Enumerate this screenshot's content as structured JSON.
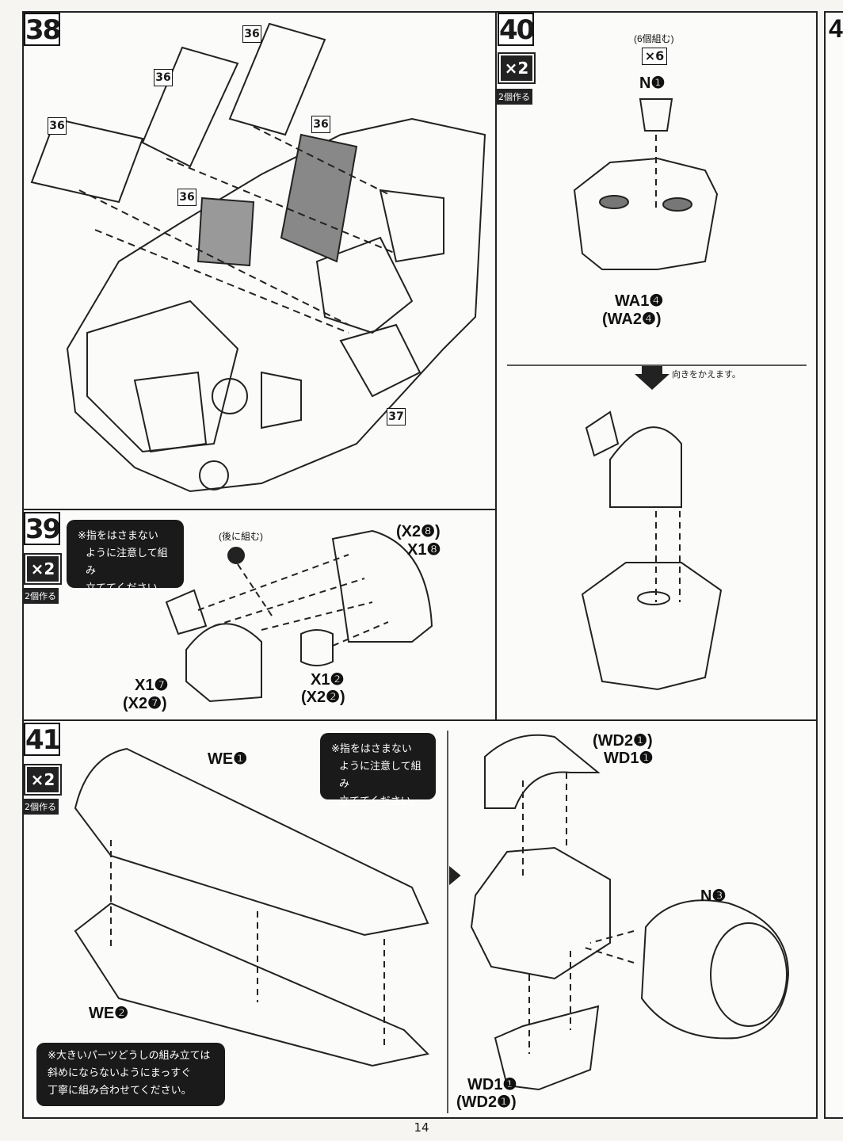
{
  "page": {
    "number": "14"
  },
  "step38": {
    "step": "38",
    "parts": [
      "36",
      "36",
      "36",
      "36",
      "36",
      "37"
    ]
  },
  "step39": {
    "step": "39",
    "multiplier": "×2",
    "make_count": "2個作る",
    "note": [
      "※指をはさまない",
      "ように注意して組み",
      "立ててください。"
    ],
    "later": "(後に組む)",
    "label_top1": "(X2❽)",
    "label_top2": "X1❽",
    "label_mid1": "X1❷",
    "label_mid2": "(X2❷)",
    "label_left1": "X1❼",
    "label_left2": "(X2❼)"
  },
  "step40": {
    "step": "40",
    "multiplier": "×2",
    "make_count": "2個作る",
    "set_note": "(6個組む)",
    "set_mult": "×6",
    "part_n": "N❶",
    "wa1": "WA1❹",
    "wa2": "(WA2❹)",
    "turn_note": "向きをかえます。"
  },
  "step41": {
    "step": "41",
    "multiplier": "×2",
    "make_count": "2個作る",
    "we1": "WE❶",
    "we2": "WE❷",
    "note_top": [
      "※指をはさまない",
      "ように注意して組み",
      "立ててください。"
    ],
    "note_bottom": [
      "※大きいパーツどうしの組み立ては",
      "斜めにならないようにまっすぐ",
      "丁寧に組み合わせてください。"
    ],
    "wd_top1": "(WD2❶)",
    "wd_top2": "WD1❶",
    "n3": "N❸",
    "wd_bot1": "WD1❶",
    "wd_bot2": "(WD2❶)"
  },
  "next_page_edge": {
    "step_partial": "4"
  }
}
